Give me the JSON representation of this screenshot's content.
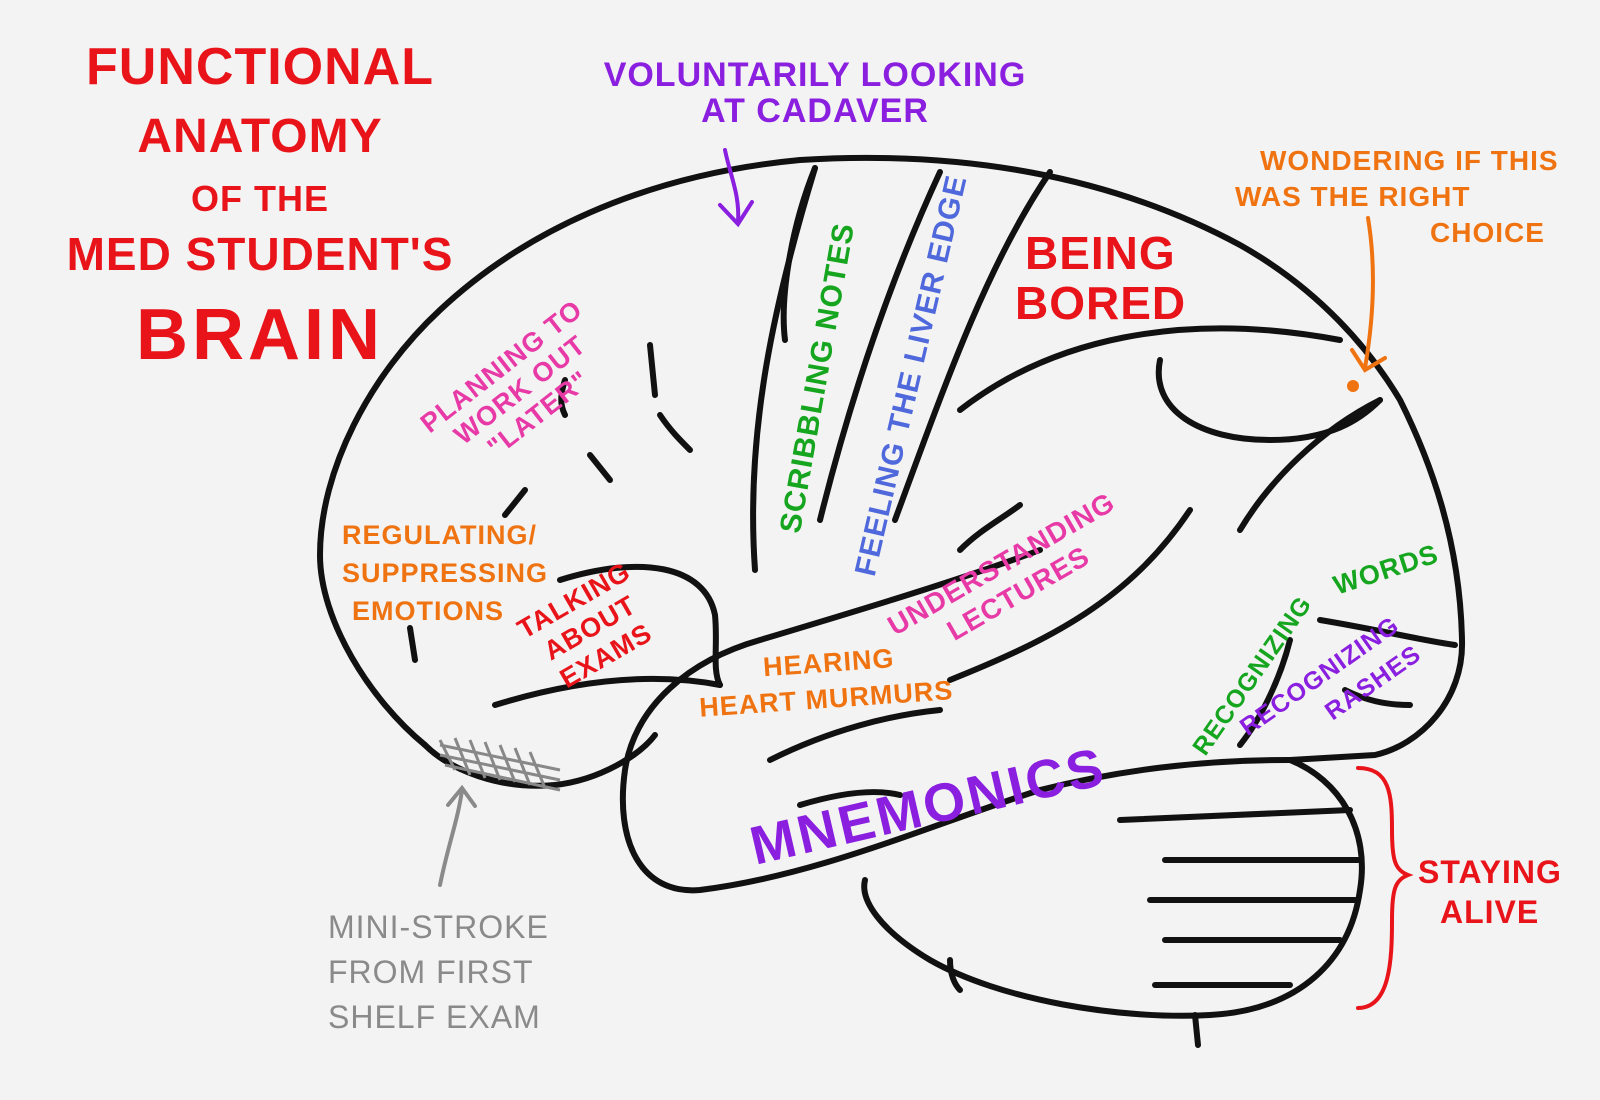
{
  "title": {
    "line1": "FUNCTIONAL",
    "line2": "ANATOMY",
    "line3": "OF THE",
    "line4": "MED STUDENT'S",
    "line5": "BRAIN"
  },
  "labels": {
    "cadaver": [
      "VOLUNTARILY LOOKING",
      "AT CADAVER"
    ],
    "wondering": [
      "WONDERING IF THIS",
      "WAS THE RIGHT",
      "CHOICE"
    ],
    "bored": [
      "BEING",
      "BORED"
    ],
    "planning": [
      "PLANNING TO",
      "WORK OUT",
      "\"LATER\""
    ],
    "scribbling": "SCRIBBLING NOTES",
    "liver": "FEELING THE LIVER EDGE",
    "regulating": [
      "REGULATING/",
      "SUPPRESSING",
      "EMOTIONS"
    ],
    "talking": [
      "TALKING",
      "ABOUT",
      "EXAMS"
    ],
    "understanding": [
      "UNDERSTANDING",
      "LECTURES"
    ],
    "hearing": [
      "HEARING",
      "HEART MURMURS"
    ],
    "rec_words_a": "RECOGNIZING",
    "rec_words_b": "WORDS",
    "rec_rashes": [
      "RECOGNIZING",
      "RASHES"
    ],
    "mnemonics": "MNEMONICS",
    "staying": [
      "STAYING",
      "ALIVE"
    ],
    "ministroke": [
      "MINI-STROKE",
      "FROM FIRST",
      "SHELF EXAM"
    ]
  },
  "colors": {
    "ink": "#111111",
    "title": "#e8141a",
    "purple": "#8a1fe0",
    "green": "#16a51f",
    "blue": "#4f68dc",
    "orange": "#f07311",
    "pink": "#e83aa7",
    "gray": "#8a8a8a"
  }
}
